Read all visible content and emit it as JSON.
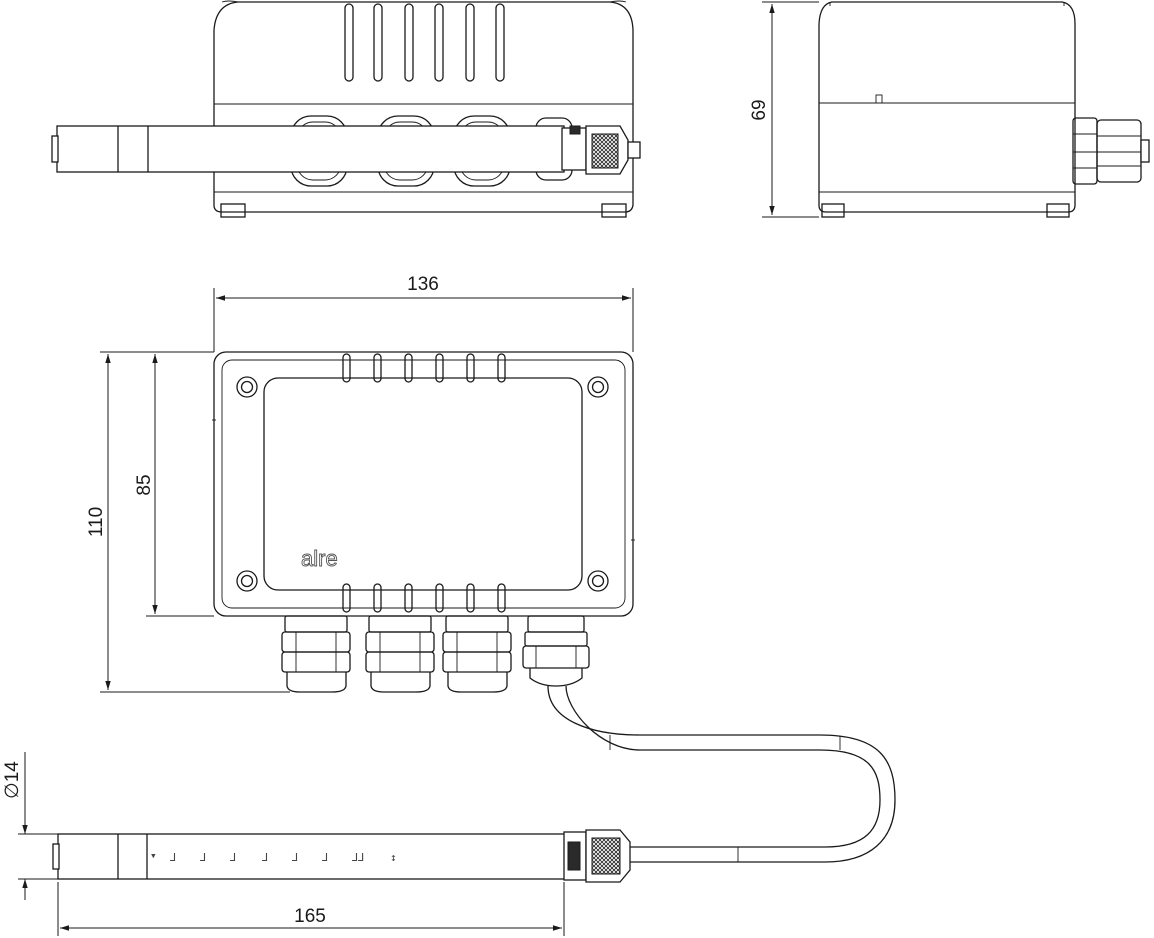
{
  "dimensions": {
    "height_side_view": "69",
    "width_top_view": "136",
    "height_outer": "110",
    "height_inner": "85",
    "probe_length": "165",
    "probe_diameter": "∅14"
  },
  "brand": "alre",
  "colors": {
    "line": "#1a1a1a",
    "background": "#ffffff"
  },
  "icons": [
    "arrowhead",
    "cable-gland",
    "probe-connector"
  ]
}
